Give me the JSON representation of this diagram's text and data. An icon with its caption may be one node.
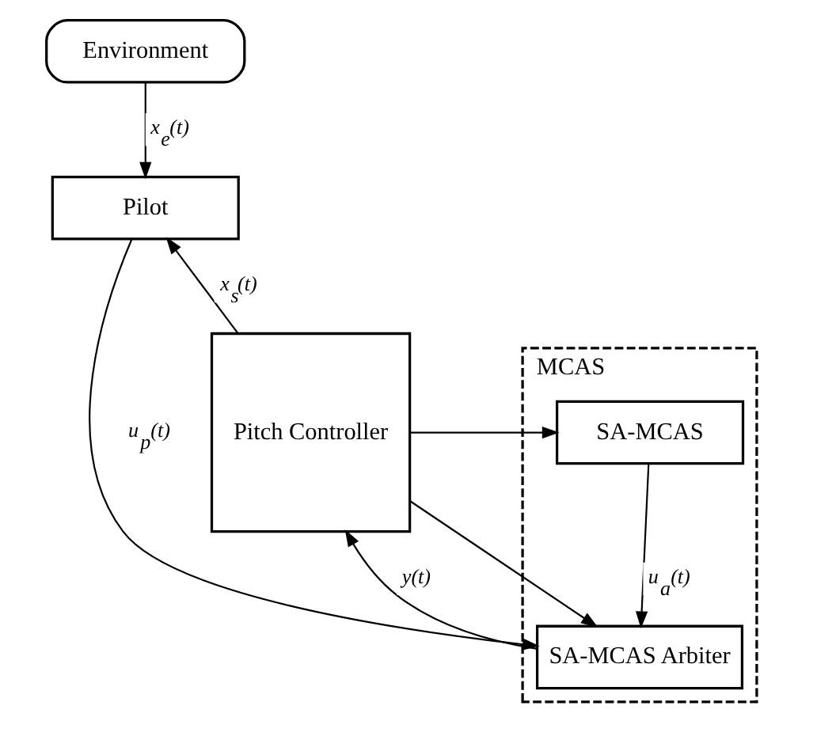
{
  "diagram": {
    "nodes": [
      {
        "text": [
          "Environment"
        ]
      },
      {
        "text": [
          "MCAS"
        ]
      },
      {
        "text": [
          "SA-MCAS Arbiter"
        ],
        "in": 1
      },
      {
        "text": [
          "Pilot"
        ]
      },
      {
        "text": [
          "SA-MCAS"
        ],
        "in": 1
      },
      {
        "text": [
          "Pitch Controller"
        ]
      }
    ],
    "edges": [
      {
        "from": 0,
        "to": 3,
        "arrow": "to",
        "label": "x$_{e}$(t)"
      },
      {
        "from": 3,
        "to": 2,
        "arrow": "to",
        "label": "u$_{p}$(t)"
      },
      {
        "from": 4,
        "to": 2,
        "arrow": "to",
        "label": "u$_{a}$(t)"
      },
      {
        "from": 2,
        "to": 5,
        "arrow": "to",
        "label": "y(t)"
      },
      {
        "from": 5,
        "to": 3,
        "arrow": "to",
        "label": "x$_{s}$(t)"
      },
      {
        "from": 5,
        "to": 4,
        "arrow": "to"
      },
      {
        "from": 5,
        "to": 2,
        "arrow": "to"
      }
    ]
  }
}
